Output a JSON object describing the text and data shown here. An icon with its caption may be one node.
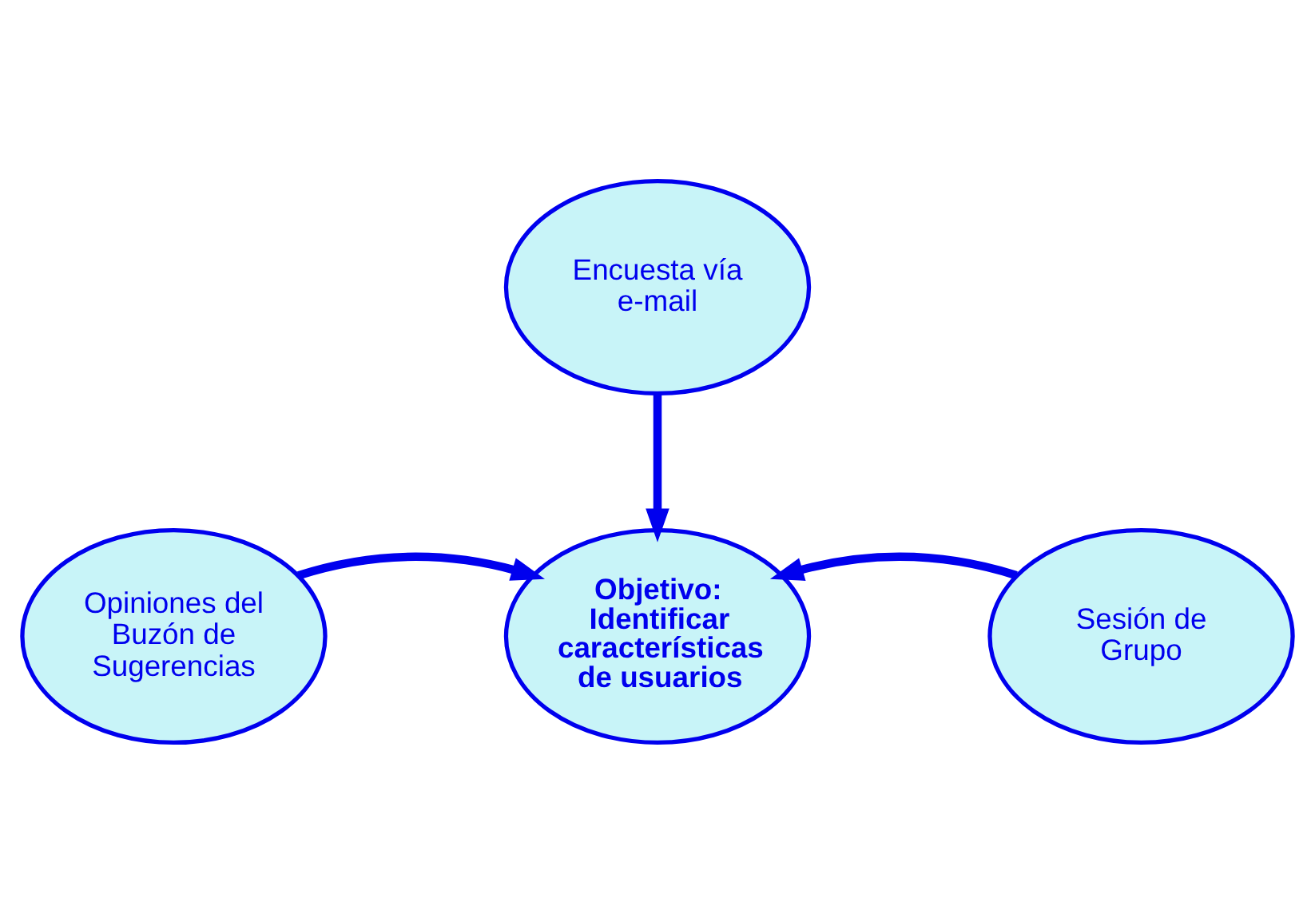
{
  "diagram": {
    "nodes": [
      {
        "text": [
          "Encuesta vía e-mail"
        ]
      },
      {
        "text": [
          "Objetivo: Identificar características de usuarios"
        ]
      },
      {
        "text": [
          "Opiniones del Buzón de Sugerencias"
        ]
      },
      {
        "text": [
          "Sesión de Grupo"
        ]
      }
    ],
    "edges": [
      {
        "from": 0,
        "to": 1,
        "arrow": "to"
      },
      {
        "from": 2,
        "to": 1,
        "arrow": "to"
      },
      {
        "from": 3,
        "to": 1,
        "arrow": "to"
      }
    ]
  }
}
